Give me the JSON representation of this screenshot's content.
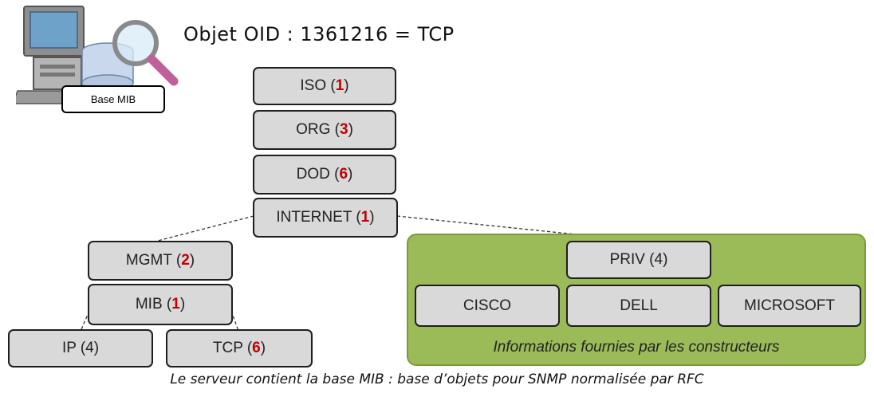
{
  "title": "Objet OID : 1361216 = TCP",
  "server_label": "Base MIB",
  "nodes": {
    "iso": {
      "name": "ISO (",
      "num": "1",
      "close": ")"
    },
    "org": {
      "name": "ORG (",
      "num": "3",
      "close": ")"
    },
    "dod": {
      "name": "DOD (",
      "num": "6",
      "close": ")"
    },
    "internet": {
      "name": "INTERNET (",
      "num": "1",
      "close": ")"
    },
    "mgmt": {
      "name": "MGMT (",
      "num": "2",
      "close": ")"
    },
    "mib": {
      "name": "MIB (",
      "num": "1",
      "close": ")"
    },
    "ip": {
      "label": "IP (4)"
    },
    "tcp": {
      "name": "TCP (",
      "num": "6",
      "close": ")"
    },
    "priv": {
      "label": "PRIV (4)"
    },
    "cisco": {
      "label": "CISCO"
    },
    "dell": {
      "label": "DELL"
    },
    "microsoft": {
      "label": "MICROSOFT"
    }
  },
  "vendor_note": "Informations fournies par les constructeurs",
  "caption": "Le serveur contient la base MIB : base d’objets pour SNMP normalisée par RFC",
  "colors": {
    "box": "#d9d9d9",
    "number": "#c00000",
    "vendor_area": "#9bbb59"
  }
}
